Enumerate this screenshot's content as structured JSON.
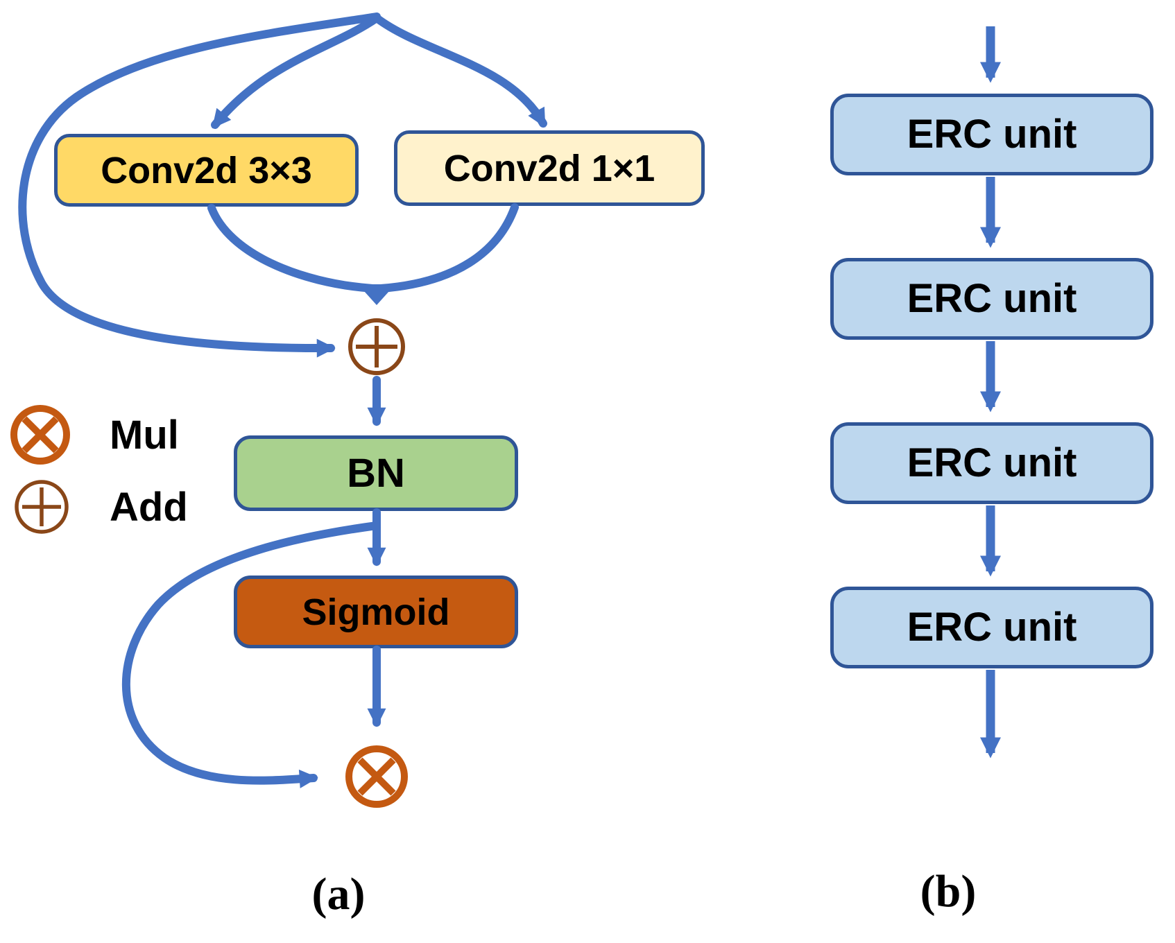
{
  "figure": {
    "panel_a": {
      "caption": "(a)",
      "nodes": {
        "conv3x3": "Conv2d 3×3",
        "conv1x1": "Conv2d 1×1",
        "bn": "BN",
        "sigmoid": "Sigmoid"
      },
      "operators": {
        "add_symbol": "circled-plus",
        "mul_symbol": "circled-x"
      },
      "legend": [
        {
          "symbol": "circled-x",
          "label": "Mul"
        },
        {
          "symbol": "circled-plus",
          "label": "Add"
        }
      ]
    },
    "panel_b": {
      "caption": "(b)",
      "units": [
        {
          "label": "ERC unit"
        },
        {
          "label": "ERC unit"
        },
        {
          "label": "ERC unit"
        },
        {
          "label": "ERC unit"
        }
      ]
    },
    "colors": {
      "connector_blue": "#4472C4",
      "border_navy": "#2F5597",
      "conv3x3_fill": "#FFD966",
      "conv1x1_fill": "#FFF2CC",
      "bn_fill": "#A9D18E",
      "sigmoid_fill": "#C55A11",
      "erc_fill": "#BDD7EE",
      "mul_orange": "#C45911",
      "add_brown": "#8A4718",
      "text": "#000000",
      "background": "#FFFFFF"
    }
  }
}
